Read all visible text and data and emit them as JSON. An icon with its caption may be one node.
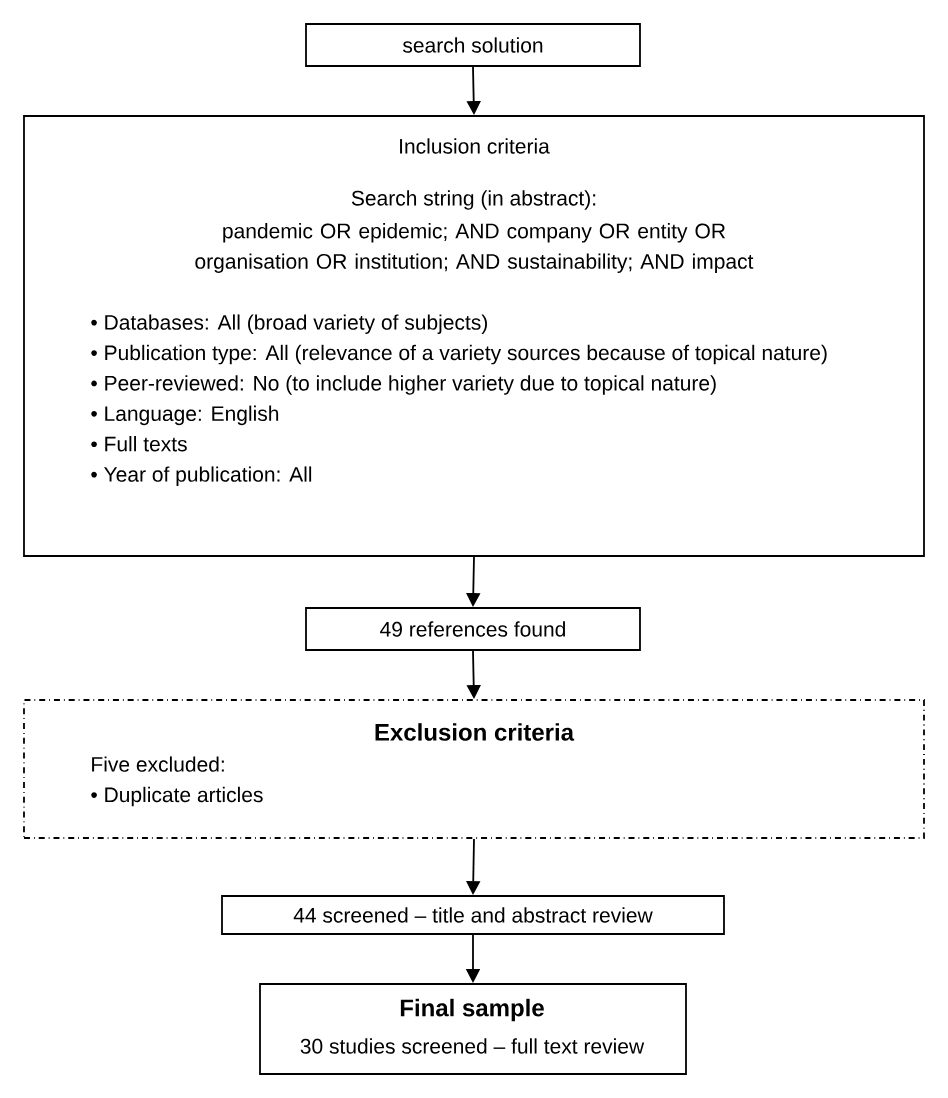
{
  "diagram": {
    "nodes": [
      {
        "text": [
          "search solution"
        ]
      },
      {
        "text": [
          "Inclusion criteria",
          "Search string (in abstract):",
          "pandemic OR epidemic; AND company OR entity OR organisation OR institution; AND sustainability; AND impact",
          "• Databases: All (broad variety of subjects)",
          "• Publication type: All (relevance of a variety sources because of topical nature)",
          "• Peer-reviewed: No (to include higher variety due to topical nature)",
          "• Language: English",
          "• Full texts",
          "• Year of publication: All"
        ]
      },
      {
        "text": [
          "49 references found"
        ]
      },
      {
        "text": [
          "Exclusion criteria",
          "Five excluded:",
          "• Duplicate articles"
        ]
      },
      {
        "text": [
          "44 screened – title and abstract review"
        ]
      },
      {
        "text": [
          "Final sample",
          "30 studies screened – full text review"
        ]
      }
    ],
    "edges": [
      {
        "from": 0,
        "to": 1,
        "arrow": "to"
      },
      {
        "from": 1,
        "to": 2,
        "arrow": "to"
      },
      {
        "from": 2,
        "to": 3,
        "arrow": "to"
      },
      {
        "from": 3,
        "to": 4,
        "arrow": "to"
      },
      {
        "from": 4,
        "to": 5,
        "arrow": "to"
      }
    ]
  }
}
